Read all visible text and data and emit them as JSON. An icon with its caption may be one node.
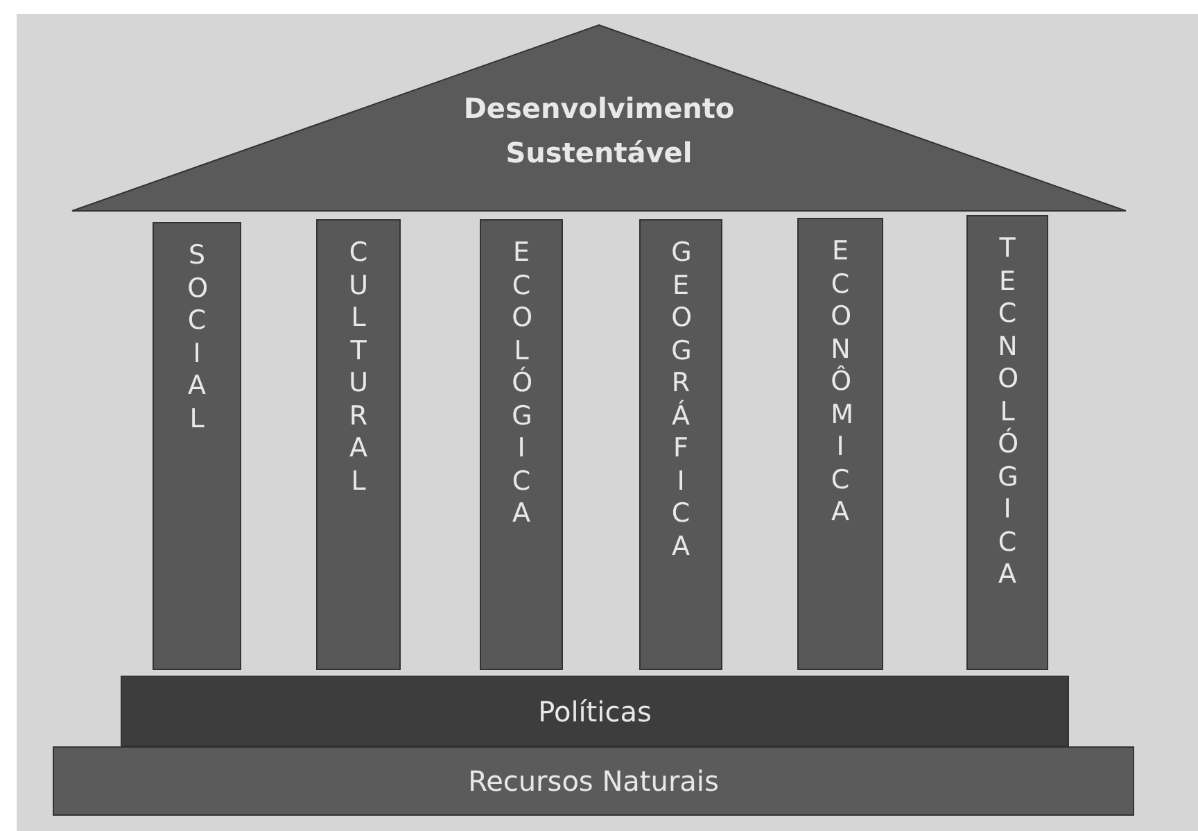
{
  "diagram": {
    "nodes": [
      {
        "text": [
          "Desenvolvimento Sustentável"
        ]
      },
      {
        "text": [
          "SOCIAL"
        ]
      },
      {
        "text": [
          "CULTURAL"
        ]
      },
      {
        "text": [
          "ECOLÓGICA"
        ]
      },
      {
        "text": [
          "GEOGRÁFICA"
        ]
      },
      {
        "text": [
          "ECONÔMICA"
        ]
      },
      {
        "text": [
          "TECNOLÓGICA"
        ]
      },
      {
        "text": [
          "Políticas"
        ]
      },
      {
        "text": [
          "Recursos Naturais"
        ]
      }
    ]
  }
}
